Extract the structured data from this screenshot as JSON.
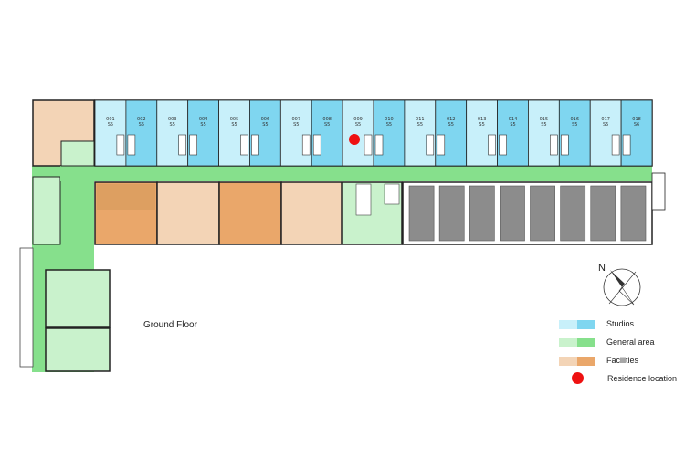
{
  "plan": {
    "floor_label": "Ground Floor",
    "compass_label": "N",
    "rooms": [
      {
        "number": "001",
        "type": "S5"
      },
      {
        "number": "002",
        "type": "S5"
      },
      {
        "number": "003",
        "type": "S5"
      },
      {
        "number": "004",
        "type": "S5"
      },
      {
        "number": "005",
        "type": "S5"
      },
      {
        "number": "006",
        "type": "S5"
      },
      {
        "number": "007",
        "type": "S5"
      },
      {
        "number": "008",
        "type": "S5"
      },
      {
        "number": "009",
        "type": "S5"
      },
      {
        "number": "010",
        "type": "S5"
      },
      {
        "number": "011",
        "type": "S5"
      },
      {
        "number": "012",
        "type": "S5"
      },
      {
        "number": "013",
        "type": "S5"
      },
      {
        "number": "014",
        "type": "S5"
      },
      {
        "number": "015",
        "type": "S5"
      },
      {
        "number": "016",
        "type": "S5"
      },
      {
        "number": "017",
        "type": "S5"
      },
      {
        "number": "018",
        "type": "S6"
      }
    ],
    "residence_room": "009"
  },
  "legend": [
    {
      "label": "Studios",
      "colors": [
        "#c8f0fa",
        "#7fd6f0"
      ],
      "kind": "swatch"
    },
    {
      "label": "General area",
      "colors": [
        "#c9f2cc",
        "#86e08c"
      ],
      "kind": "swatch"
    },
    {
      "label": "Facilities",
      "colors": [
        "#f3d4b6",
        "#eaa76a"
      ],
      "kind": "swatch"
    },
    {
      "label": "Residence location",
      "colors": [
        "#ee1111"
      ],
      "kind": "dot"
    }
  ],
  "colors": {
    "studio_light": "#c8f0fa",
    "studio_dark": "#7fd6f0",
    "general_light": "#c9f2cc",
    "general_dark": "#86e08c",
    "facility_light": "#f3d4b6",
    "facility_dark": "#eaa76a",
    "parking": "#8c8c8c",
    "wall": "#222222",
    "marker": "#ee1111"
  }
}
